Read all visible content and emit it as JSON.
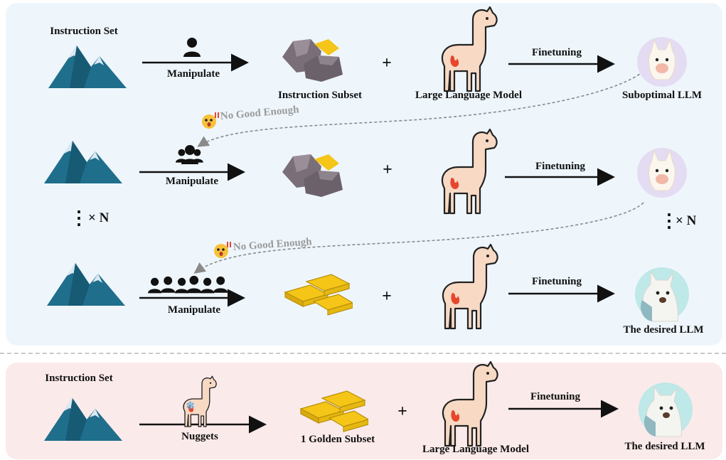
{
  "top_panel": {
    "instruction_set": "Instruction Set",
    "rows": [
      {
        "manipulate": "Manipulate",
        "finetuning": "Finetuning",
        "subset_label": "Instruction Subset",
        "model_label": "Large Language Model",
        "result_label": "Suboptimal LLM"
      },
      {
        "manipulate": "Manipulate",
        "finetuning": "Finetuning"
      },
      {
        "manipulate": "Manipulate",
        "finetuning": "Finetuning",
        "result_label": "The desired LLM"
      }
    ],
    "feedback_1": "No Good Enough",
    "feedback_2": "No Good Enough",
    "repeat_left": "× N",
    "repeat_right": "× N",
    "plus": "+"
  },
  "bottom_panel": {
    "instruction_set": "Instruction Set",
    "nuggets": "Nuggets",
    "subset_label": "1 Golden Subset",
    "model_label": "Large Language Model",
    "finetuning": "Finetuning",
    "result_label": "The desired LLM",
    "plus": "+"
  },
  "colors": {
    "top_panel_bg": "#eef6fc",
    "bottom_panel_bg": "#fbeaea",
    "mountain": "#1f6e8c",
    "rock": "#7a6f78",
    "gold": "#f5c518",
    "llama": "#f7d9c4",
    "flame": "#e8452c",
    "snowflake": "#4aa8e8",
    "suboptimal_avatar_bg": "#e4dcf3",
    "desired_avatar_bg": "#bfe8e8"
  }
}
